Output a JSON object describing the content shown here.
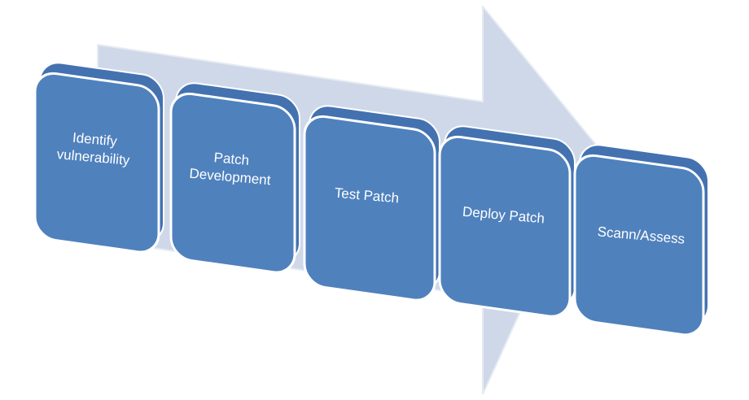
{
  "diagram": {
    "type": "process-flow",
    "arrow": {
      "label": "",
      "color": "#cfd8e8"
    },
    "colors": {
      "box_fill": "#4f81bd",
      "box_side": "#4472b0",
      "box_border": "#ffffff"
    },
    "steps": [
      {
        "label_lines": [
          "Identify",
          "vulnerability"
        ]
      },
      {
        "label_lines": [
          "Patch",
          "Development"
        ]
      },
      {
        "label_lines": [
          "Test Patch"
        ]
      },
      {
        "label_lines": [
          "Deploy Patch"
        ]
      },
      {
        "label_lines": [
          "Scann/Assess"
        ]
      }
    ]
  }
}
